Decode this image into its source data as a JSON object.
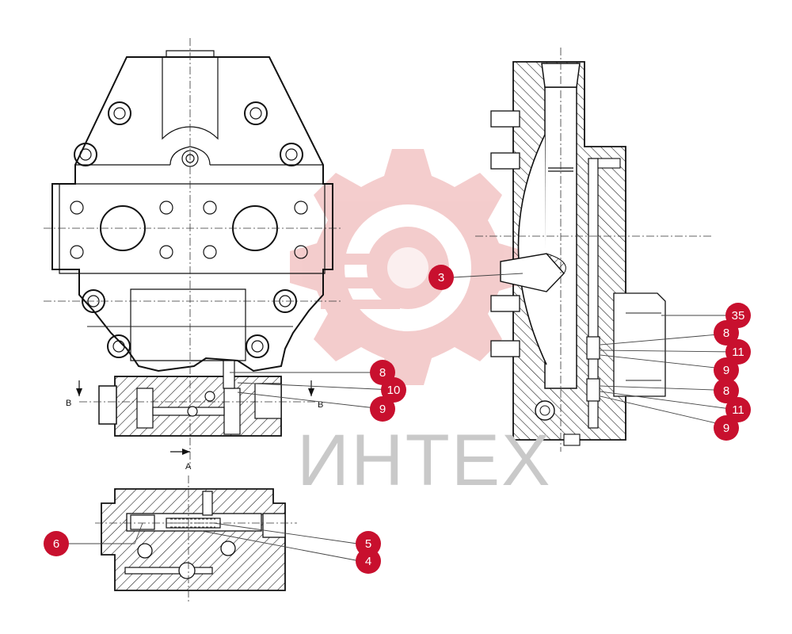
{
  "watermark": {
    "text": "ИНТЕХ"
  },
  "section_labels": {
    "b_left": "B",
    "b_right": "B",
    "a_label": "A"
  },
  "callouts": [
    "3",
    "35",
    "8",
    "11",
    "9",
    "8",
    "11",
    "9",
    "8",
    "10",
    "9",
    "6",
    "5",
    "4"
  ],
  "colors": {
    "callout": "#c8102e",
    "watermark_gear": "#f2c4c4",
    "watermark_text": "#c9c9c9"
  }
}
